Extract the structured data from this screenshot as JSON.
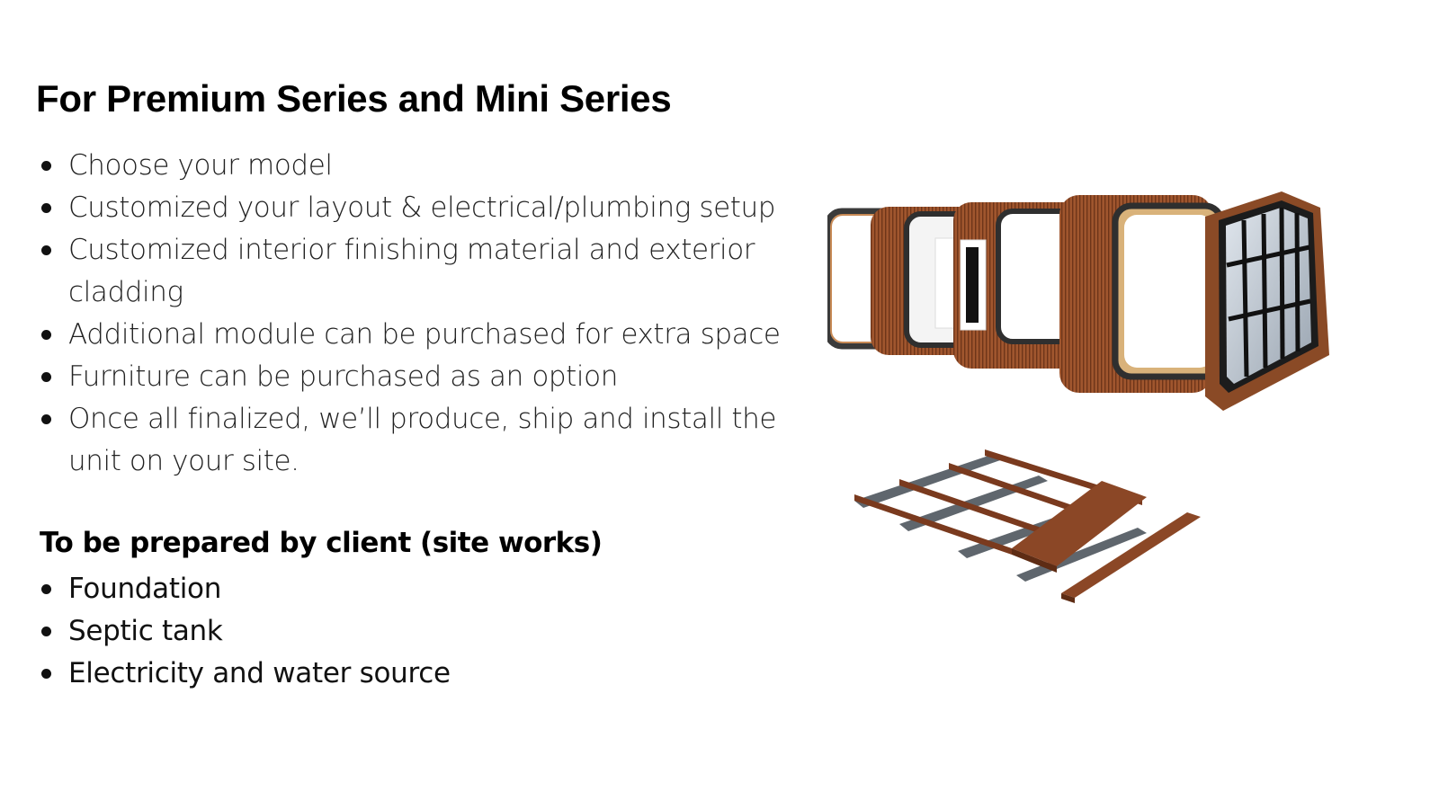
{
  "heading": "For Premium Series and Mini Series",
  "steps": [
    "Choose your model",
    "Customized your layout & electrical/plumbing setup",
    "Customized interior finishing material and exterior cladding",
    "Additional module can be purchased for extra space",
    "Furniture can be purchased as an option",
    "Once all finalized, we’ll produce, ship and install the unit on your site."
  ],
  "client_section": {
    "title": "To be prepared by client (site works)",
    "items": [
      "Foundation",
      "Septic tank",
      "Electricity and water source"
    ]
  },
  "colors": {
    "wood": "#9a4f2a",
    "wood_dark": "#6e3519",
    "frame_dark": "#3a3a3a",
    "steel": "#5f666d",
    "glass": "#c9d2dc"
  }
}
